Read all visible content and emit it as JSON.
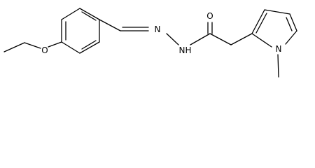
{
  "diagram": {
    "type": "chemical-structure",
    "atom_labels": {
      "oxygen_ether": "O",
      "oxygen_carbonyl": "O",
      "nitrogen_imine": "N",
      "nitrogen_amide": "N",
      "amide_hydrogen": "H",
      "nitrogen_pyrrole": "N"
    }
  }
}
